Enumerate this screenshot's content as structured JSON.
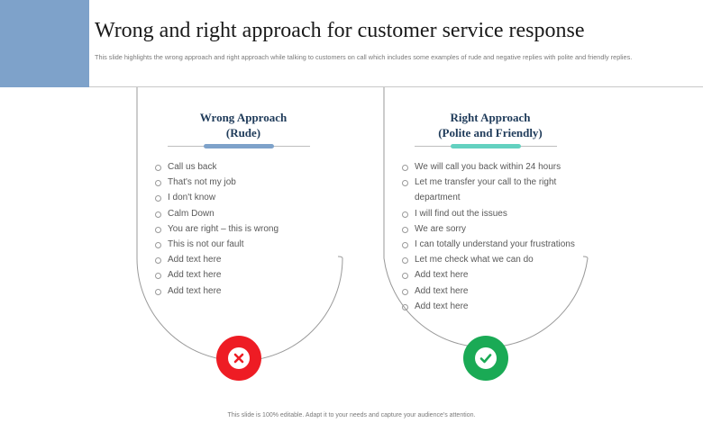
{
  "slide": {
    "title": "Wrong and right approach for customer service response",
    "subtitle": "This slide highlights the wrong approach and right approach while talking to customers on call which includes some examples of rude and negative replies with polite and friendly replies.",
    "footer": "This slide is 100% editable.  Adapt it to your needs and capture your audience's attention."
  },
  "wrong": {
    "title_line1": "Wrong Approach",
    "title_line2": "(Rude)",
    "items": [
      "Call us back",
      "That's not my job",
      "I don't know",
      "Calm Down",
      "You are right – this is wrong",
      "This is not our fault",
      "Add text here",
      "Add text here",
      "Add text here"
    ],
    "icon": "close-icon",
    "color": "#ee1c24"
  },
  "right": {
    "title_line1": "Right Approach",
    "title_line2": "(Polite and Friendly)",
    "items": [
      "We will call you back within 24 hours",
      "Let me transfer your call to the right",
      "department",
      "I will find out the issues",
      "We are sorry",
      "I can totally understand your frustrations",
      "Let me check what we can do",
      "Add text here",
      "Add text here",
      "Add text here"
    ],
    "icon": "check-icon",
    "color": "#1aaa55"
  },
  "colors": {
    "band": "#7ea2ca",
    "dots": "#f2e000",
    "accent_teal": "#63d1c0",
    "heading": "#1f3b5a"
  }
}
